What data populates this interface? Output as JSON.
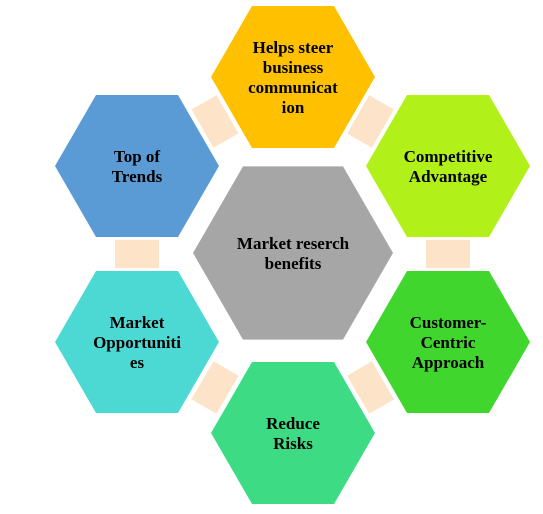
{
  "diagram": {
    "center": {
      "lines": [
        "Market reserch",
        "benefits"
      ],
      "color": "#a6a6a6"
    },
    "nodes": [
      {
        "id": "communication",
        "lines": [
          "Helps steer",
          "business",
          "communicat",
          "ion"
        ],
        "color": "#ffc000"
      },
      {
        "id": "competitive",
        "lines": [
          "Competitive",
          "Advantage"
        ],
        "color": "#b2f01a"
      },
      {
        "id": "customer",
        "lines": [
          "Customer-",
          "Centric",
          "Approach"
        ],
        "color": "#40d62e"
      },
      {
        "id": "risks",
        "lines": [
          "Reduce",
          "Risks"
        ],
        "color": "#3ddc84"
      },
      {
        "id": "opportunities",
        "lines": [
          "Market",
          "Opportuniti",
          "es"
        ],
        "color": "#4dd9d3"
      },
      {
        "id": "trends",
        "lines": [
          "Top of",
          "Trends"
        ],
        "color": "#5b9bd5"
      }
    ],
    "connector_color": "#fde3c8"
  }
}
